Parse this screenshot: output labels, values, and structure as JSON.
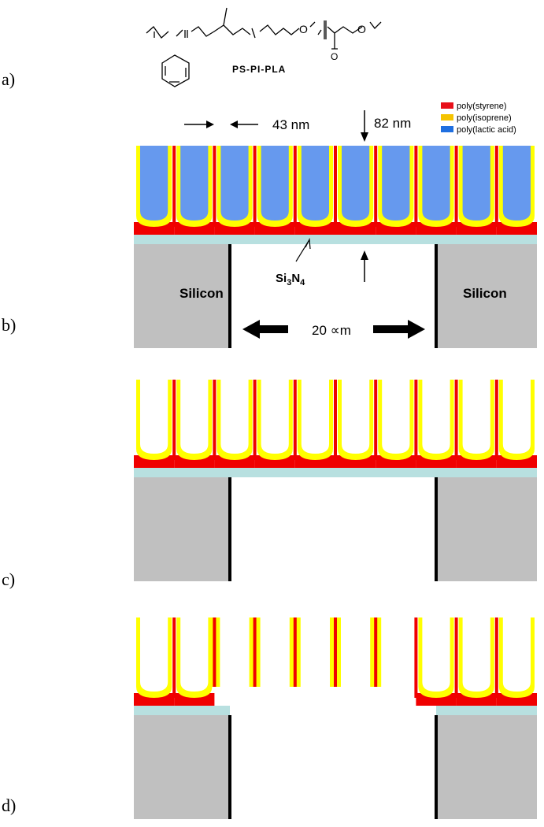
{
  "panels": {
    "a": "a)",
    "b": "b)",
    "c": "c)",
    "d": "d)"
  },
  "molecule": {
    "label": "PS-PI-PLA"
  },
  "legend": [
    {
      "label": "poly(styrene)",
      "color": "#e8101a"
    },
    {
      "label": "poly(isoprene)",
      "color": "#f5c400"
    },
    {
      "label": "poly(lactic acid)",
      "color": "#1f6fe0"
    }
  ],
  "dimensions": {
    "pore_spacing": "43 nm",
    "film_thickness": "82 nm",
    "window_width": "20 ∝m"
  },
  "labels": {
    "substrate_left": "Silicon",
    "substrate_right": "Silicon",
    "membrane_main": "Si",
    "membrane_sub3": "3",
    "membrane_N": "N",
    "membrane_sub4": "4"
  },
  "colors": {
    "ps": "#f00000",
    "pi": "#ffff00",
    "pla": "#6699ee",
    "si3n4": "#b8e0e0",
    "silicon": "#c0c0c0"
  }
}
